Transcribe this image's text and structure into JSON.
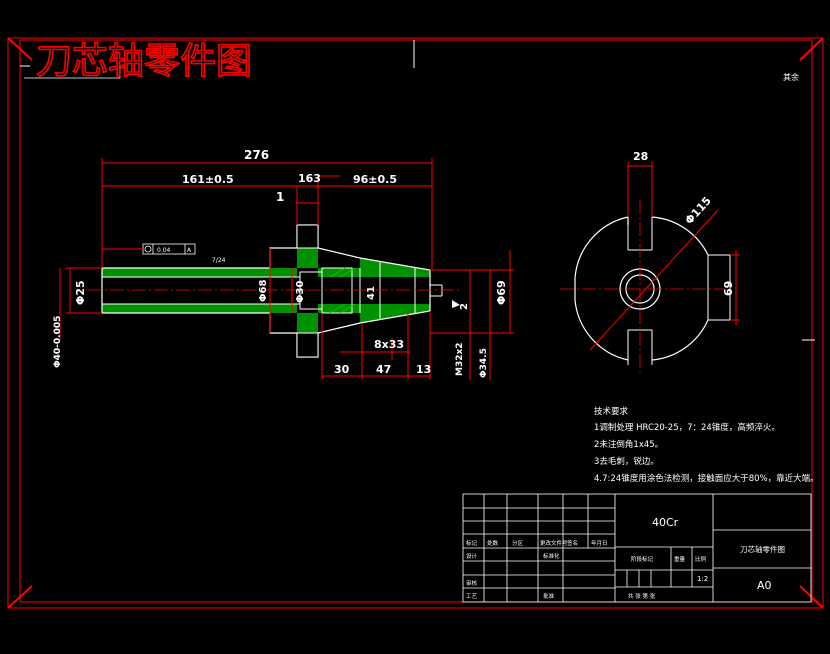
{
  "drawing": {
    "title": "刀芯轴零件图",
    "corner_mark": "其余",
    "colors": {
      "frame": "#ff0000",
      "outline": "#ffffff",
      "dimension": "#ff0000",
      "hatch": "#00cc00",
      "text": "#ffffff"
    }
  },
  "dimensions": {
    "overall_length": "276",
    "length_161": "161±0.5",
    "length_163": "163",
    "length_96": "96±0.5",
    "step_1": "1",
    "dia_25": "Φ25",
    "dia_68": "Φ68",
    "dia_30": "Φ30",
    "dia_41": "41",
    "dia_69": "Φ69",
    "chamfer_2": "2",
    "dia_40": "Φ40-0.005",
    "len_8x33": "8x33",
    "len_30": "30",
    "len_47": "47",
    "len_13": "13",
    "thread": "M32x2",
    "dia_34": "Φ34.5",
    "tolerance_frame": "0.04",
    "tolerance_ref": "A",
    "taper_note": "7/24",
    "side_width": "28",
    "side_dia": "Φ115",
    "side_height": "69"
  },
  "tech_notes": {
    "heading": "技术要求",
    "line1": "1调制处理 HRC20-25，7：24锥度，高频淬火。",
    "line2": "2未注倒角1x45。",
    "line3": "3去毛刺，锐边。",
    "line4": "4.7:24锥度用涂色法检测，接触面应大于80%，靠近大端。"
  },
  "title_block": {
    "material": "40Cr",
    "part_name": "刀芯轴零件图",
    "scale": "1:2",
    "sheet_size": "A0",
    "row1_labels": [
      "标记",
      "处数",
      "分区",
      "更改文件号",
      "签名",
      "年月日"
    ],
    "design": "设计",
    "standardize": "标准化",
    "stage_mark": "阶段标记",
    "weight": "重量",
    "ratio": "比例",
    "review": "审核",
    "process": "工艺",
    "approve": "批准",
    "sheets": "共  张  第  张"
  }
}
